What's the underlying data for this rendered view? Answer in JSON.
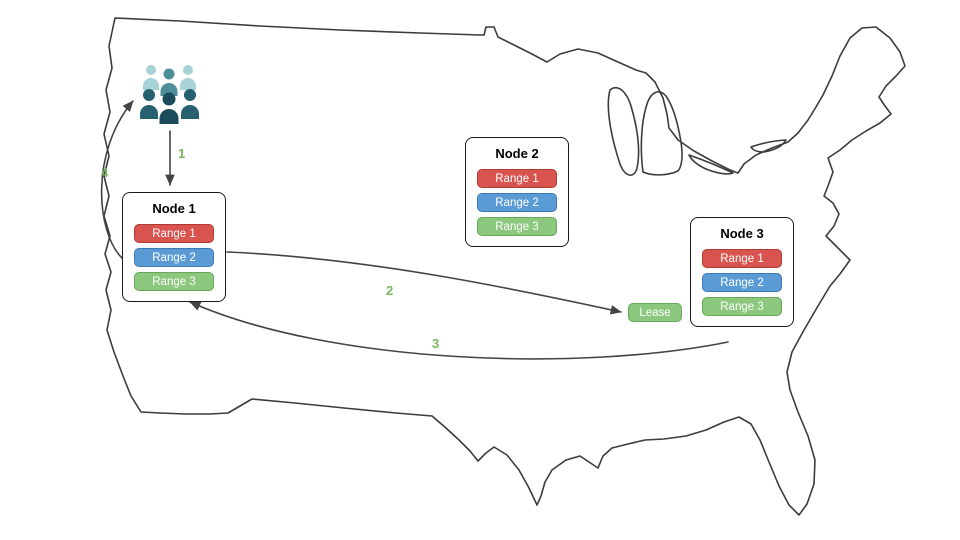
{
  "diagram": {
    "nodes": [
      {
        "title": "Node 1",
        "ranges": [
          "Range 1",
          "Range 2",
          "Range 3"
        ]
      },
      {
        "title": "Node 2",
        "ranges": [
          "Range 1",
          "Range 2",
          "Range 3"
        ]
      },
      {
        "title": "Node 3",
        "ranges": [
          "Range 1",
          "Range 2",
          "Range 3"
        ]
      }
    ],
    "lease": {
      "label": "Lease"
    },
    "steps": [
      {
        "label": "1"
      },
      {
        "label": "2"
      },
      {
        "label": "3"
      },
      {
        "label": "4"
      }
    ],
    "icons": {
      "clients": "users-group-icon"
    },
    "colors": {
      "range_red": "#d9534f",
      "range_red_border": "#b03a36",
      "range_blue": "#5b9bd5",
      "range_blue_border": "#3d7ab5",
      "range_green": "#8bc87e",
      "range_green_border": "#67a85a",
      "step_label": "#77b560",
      "arrow": "#444444",
      "map_outline": "#3c3c3c",
      "users_light": "#a7d3d6",
      "users_medium": "#4e8e99",
      "users_dark": "#27606f",
      "users_darkest": "#1c4c5c"
    }
  }
}
